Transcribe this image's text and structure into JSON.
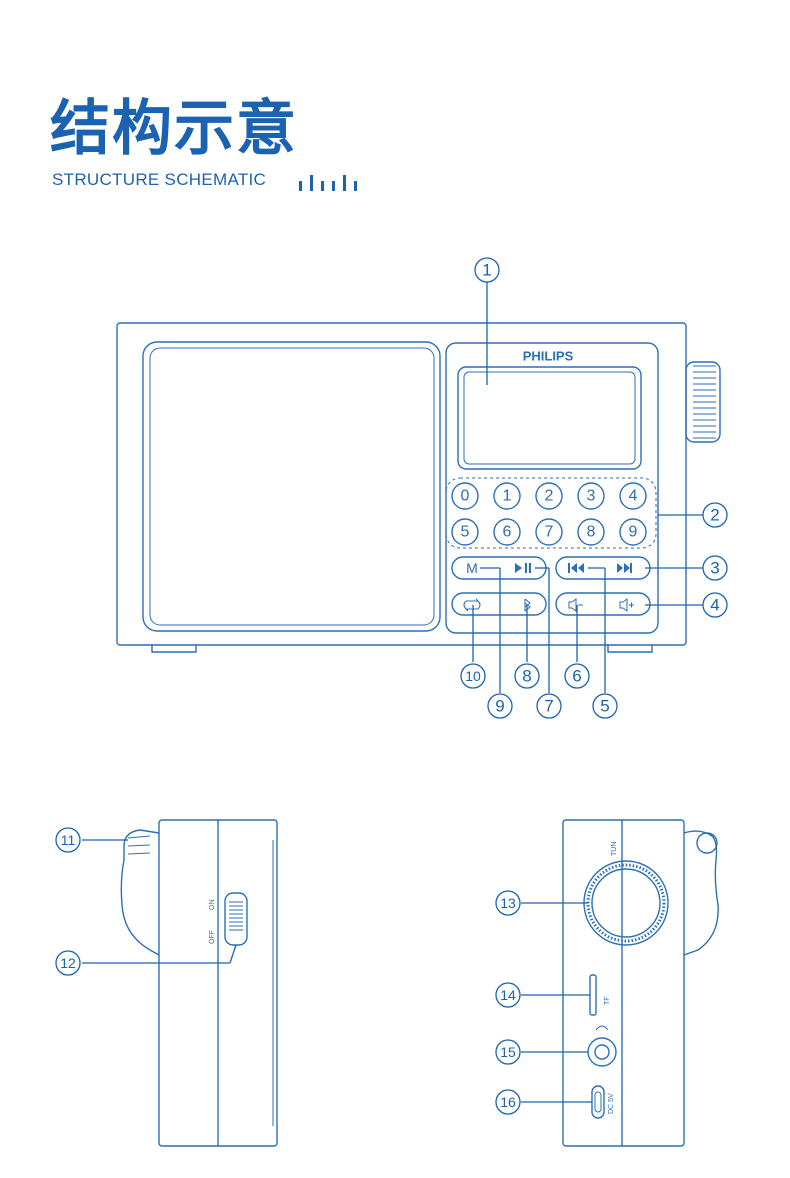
{
  "header": {
    "title": "结构示意",
    "subtitle": "STRUCTURE SCHEMATIC"
  },
  "brand": "PHILIPS",
  "keypad": {
    "digits_row1": [
      "0",
      "1",
      "2",
      "3",
      "4"
    ],
    "digits_row2": [
      "5",
      "6",
      "7",
      "8",
      "9"
    ],
    "mode_label": "M"
  },
  "callouts": [
    "1",
    "2",
    "3",
    "4",
    "5",
    "6",
    "7",
    "8",
    "9",
    "10",
    "11",
    "12",
    "13",
    "14",
    "15",
    "16"
  ],
  "side_left": {
    "switch_off": "OFF",
    "switch_on": "ON"
  },
  "side_right": {
    "tune_label": "TUN",
    "tf_label": "TF",
    "dc_label": "DC 5V"
  },
  "colors": {
    "accent": "#1b63b0",
    "line": "#2c6fb7"
  }
}
